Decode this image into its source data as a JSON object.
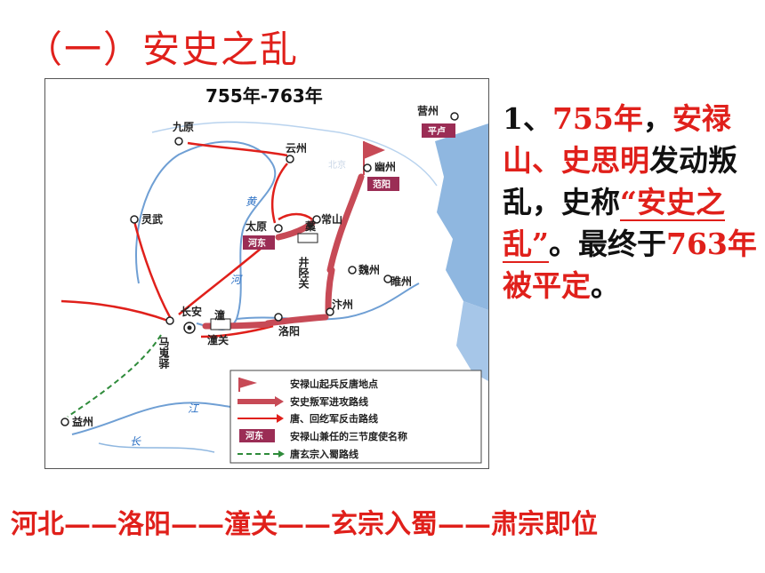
{
  "heading": "（一）安史之乱",
  "map": {
    "title": "755年-763年",
    "places": {
      "yingzhou": "营州",
      "pinglu": "平卢",
      "jiuyuan": "九原",
      "yunzhou": "云州",
      "youzhou": "幽州",
      "fanyang": "范阳",
      "beijing_faint": "北京",
      "lingwu": "灵武",
      "taiyuan": "太原",
      "hedong": "河东",
      "changshan": "常山",
      "gao": "藁",
      "jingxing": "井陉关",
      "weizhou": "魏州",
      "suiyang": "睢州",
      "changan": "长安",
      "tong": "潼",
      "tongguan": "潼关",
      "luoyang": "洛阳",
      "bianzhou": "汴州",
      "maweiyi": "马嵬驿",
      "yizhou": "益州"
    },
    "rivers": {
      "huang": "黄",
      "he": "河",
      "jiang": "江",
      "chang": "长"
    },
    "legend": [
      "安禄山起兵反唐地点",
      "安史叛军进攻路线",
      "唐、回纥军反击路线",
      "安禄山兼任的三节度使名称",
      "唐玄宗入蜀路线"
    ],
    "legend_tag": "河东"
  },
  "desc": {
    "num": "1、",
    "year": "755年",
    "comma1": "，",
    "people": "安禄山、史思明",
    "verb": "发动叛乱，史称",
    "term": "“安史之乱”",
    "end1": "。最终于",
    "year2": "763年被平定",
    "end2": "。"
  },
  "timeline": "河北——洛阳——潼关——玄宗入蜀——肃宗即位",
  "colors": {
    "accent": "#e0201b",
    "rebel": "#c74a56",
    "tag": "#9b2d55",
    "water": "#6f9fd4"
  }
}
